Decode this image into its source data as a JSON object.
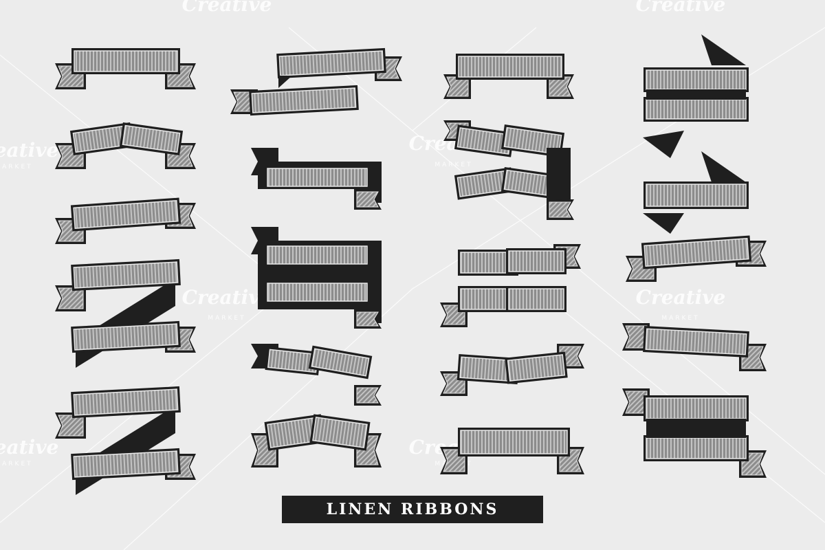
{
  "title": "LINEN RIBBONS",
  "watermark": {
    "word": "Creative",
    "sub": "MARKET"
  },
  "colors": {
    "background": "#ececec",
    "ribbon_fill": "#8c8c8c",
    "ribbon_stripe": "#c8c8c8",
    "ink": "#1f1f1f",
    "title_bar": "#1f1f1f",
    "title_text": "#ffffff"
  },
  "ribbons": [
    {
      "id": "ribbon-c1-1",
      "style": "straight-tails"
    },
    {
      "id": "ribbon-c1-2",
      "style": "chevron-tails"
    },
    {
      "id": "ribbon-c1-3",
      "style": "tilted-tails"
    },
    {
      "id": "ribbon-c1-4",
      "style": "z-fold"
    },
    {
      "id": "ribbon-c1-5",
      "style": "z-fold"
    },
    {
      "id": "ribbon-c2-1",
      "style": "double-step"
    },
    {
      "id": "ribbon-c2-2",
      "style": "folded-flag"
    },
    {
      "id": "ribbon-c2-3",
      "style": "folded-double"
    },
    {
      "id": "ribbon-c2-4",
      "style": "wave-fold"
    },
    {
      "id": "ribbon-c2-5",
      "style": "arch-banner"
    },
    {
      "id": "ribbon-c3-1",
      "style": "hanging-tails"
    },
    {
      "id": "ribbon-c3-2",
      "style": "double-chevron"
    },
    {
      "id": "ribbon-c3-3",
      "style": "double-wave"
    },
    {
      "id": "ribbon-c3-4",
      "style": "wave"
    },
    {
      "id": "ribbon-c3-5",
      "style": "arc"
    },
    {
      "id": "ribbon-c4-1",
      "style": "arrow-double"
    },
    {
      "id": "ribbon-c4-2",
      "style": "arrow-single"
    },
    {
      "id": "ribbon-c4-3",
      "style": "tilted-tails"
    },
    {
      "id": "ribbon-c4-4",
      "style": "smile-arc"
    },
    {
      "id": "ribbon-c4-5",
      "style": "double-arc"
    }
  ]
}
